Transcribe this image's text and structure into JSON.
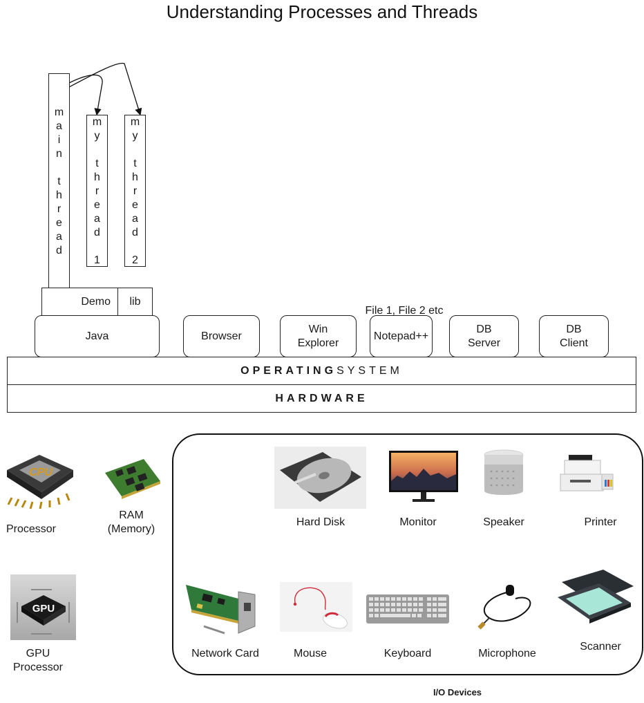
{
  "title": "Understanding Processes and Threads",
  "threads": {
    "main": "m\na\ni\nn\n\nt\nh\nr\ne\na\nd",
    "t1": "m\ny\n\nt\nh\nr\ne\na\nd\n\n1",
    "t2": "m\ny\n\nt\nh\nr\ne\na\nd\n\n2"
  },
  "java_parts": {
    "demo": "Demo",
    "lib": "lib"
  },
  "apps": {
    "java": "Java",
    "browser": "Browser",
    "win_explorer": "Win\nExplorer",
    "notepad": "Notepad++",
    "notepad_note": "File 1, File 2 etc",
    "db_server": "DB\nServer",
    "db_client": "DB\nClient"
  },
  "os": {
    "bold": "OPERATING",
    "normal": "SYSTEM"
  },
  "hardware": "HARDWARE",
  "components": {
    "processor": "Processor",
    "ram": "RAM\n(Memory)",
    "gpu": "GPU\nProcessor"
  },
  "io": {
    "hard_disk": "Hard Disk",
    "monitor": "Monitor",
    "speaker": "Speaker",
    "printer": "Printer",
    "network_card": "Network Card",
    "mouse": "Mouse",
    "keyboard": "Keyboard",
    "microphone": "Microphone",
    "scanner": "Scanner",
    "caption": "I/O Devices"
  },
  "icon_text": {
    "cpu": "CPU",
    "gpu": "GPU"
  }
}
